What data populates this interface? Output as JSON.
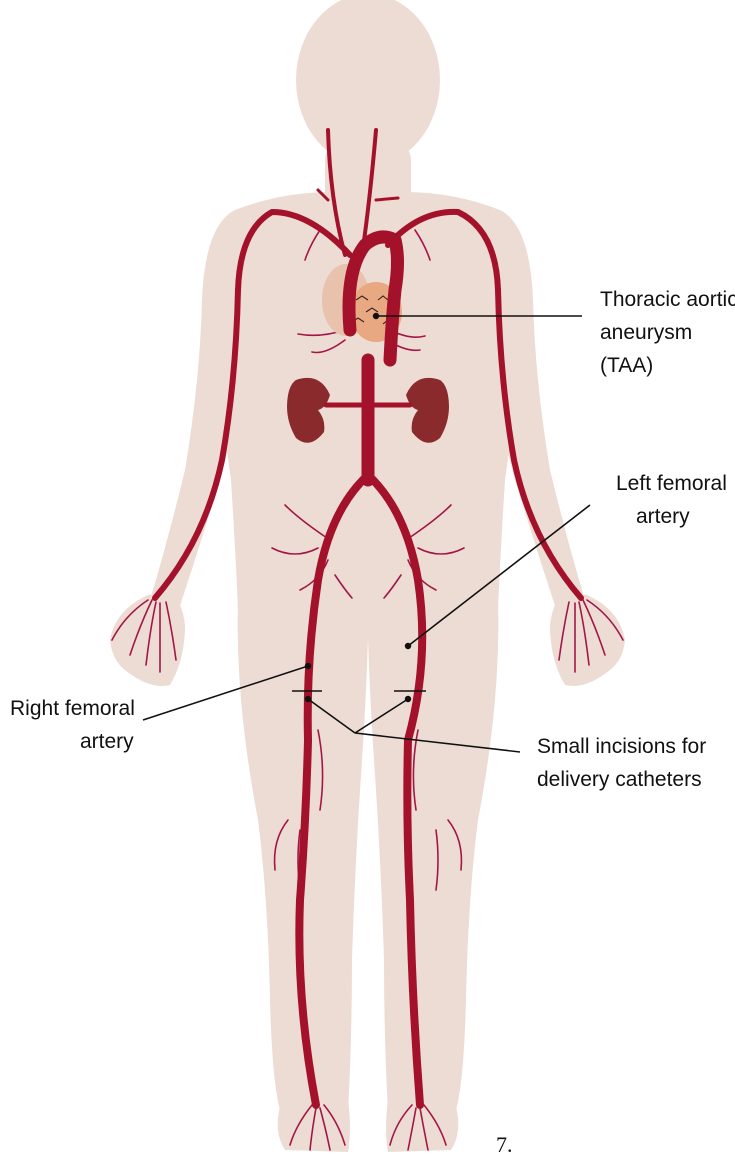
{
  "labels": {
    "taa": [
      "Thoracic aortic",
      "aneurysm",
      "(TAA)"
    ],
    "left_femoral": [
      "Left femoral",
      "artery"
    ],
    "right_femoral": [
      "Right femoral",
      "artery"
    ],
    "incisions": [
      "Small incisions for",
      "delivery catheters"
    ]
  },
  "figure_number": "7.",
  "colors": {
    "body": "#eddcd4",
    "artery": "#a3122a",
    "small_vessel": "#a31747",
    "kidney": "#8b2a2c",
    "aneurysm": "#e8a882",
    "leader": "#111111"
  }
}
